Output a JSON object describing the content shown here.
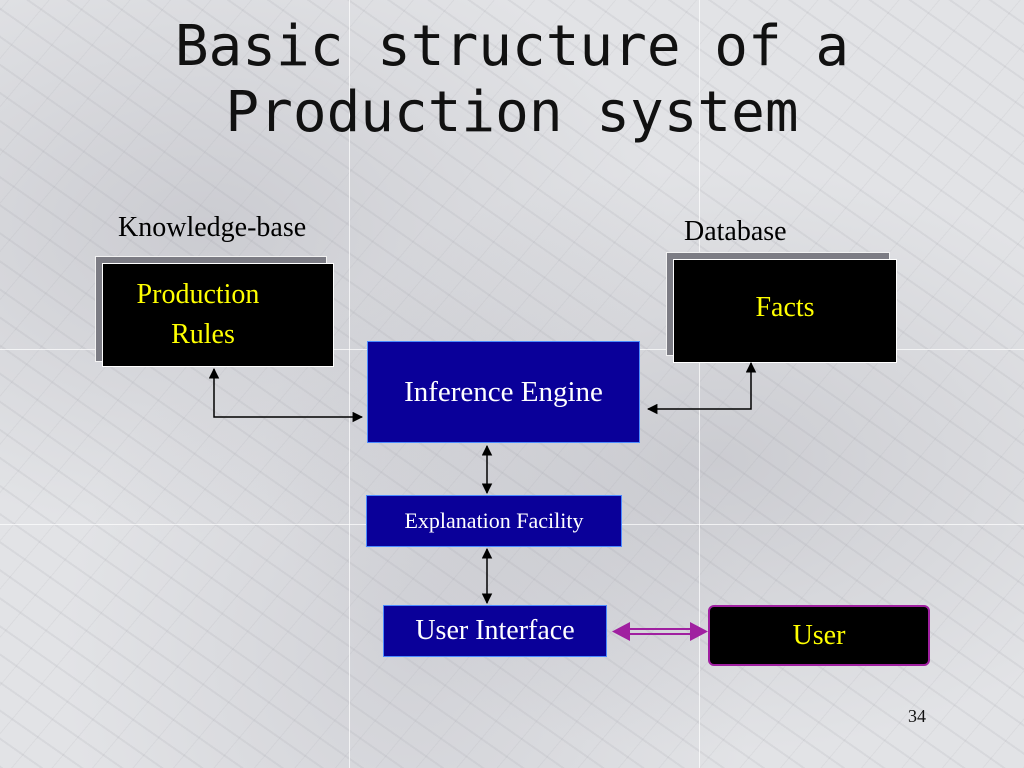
{
  "slide": {
    "title_line1": "Basic structure of a",
    "title_line2": "Production system",
    "page_number": "34"
  },
  "diagram": {
    "knowledge_base_label": "Knowledge-base",
    "database_label": "Database",
    "production_rules": {
      "line1": "Production",
      "line2": "Rules"
    },
    "facts": "Facts",
    "inference_engine": "Inference Engine",
    "explanation_facility": "Explanation Facility",
    "user_interface": "User Interface",
    "user": "User"
  },
  "colors": {
    "component_blue": "#0a0099",
    "store_black": "#000000",
    "store_text_yellow": "#ffff00",
    "user_link_purple": "#a020a0"
  }
}
